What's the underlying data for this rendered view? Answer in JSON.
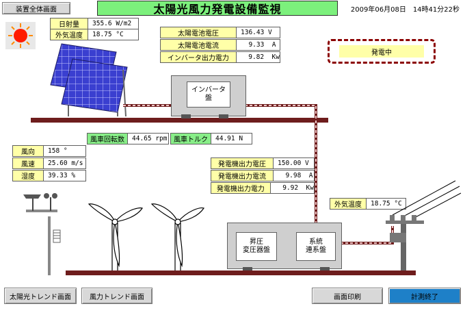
{
  "header": {
    "overview_button": "装置全体画面",
    "title": "太陽光風力発電設備監視",
    "datetime": "2009年06月08日　14時41分22秒"
  },
  "weather_top": [
    {
      "label": "日射量",
      "value": "355.6 W/m2"
    },
    {
      "label": "外気温度",
      "value": "18.75 °C"
    }
  ],
  "solar": [
    {
      "label": "太陽電池電圧",
      "value": "136.43 V"
    },
    {
      "label": "太陽電池電流",
      "value": "  9.33  A"
    },
    {
      "label": "インバータ出力電力",
      "value": "  9.82  Kw"
    }
  ],
  "status": {
    "text": "発電中"
  },
  "inverter": {
    "label_line1": "インバータ",
    "label_line2": "盤"
  },
  "wind_turbine": [
    {
      "label": "風車回転数",
      "value": "44.65 rpm"
    },
    {
      "label": "風車トルク",
      "value": "44.91 N"
    }
  ],
  "wind_weather": [
    {
      "label": "風向",
      "value": "158 °"
    },
    {
      "label": "風速",
      "value": "25.60 m/s"
    },
    {
      "label": "湿度",
      "value": "39.33 %"
    }
  ],
  "generator": [
    {
      "label": "発電機出力電圧",
      "value": "150.00 V"
    },
    {
      "label": "発電機出力電流",
      "value": "  9.98  A"
    },
    {
      "label": "発電機出力電力",
      "value": "  9.92  Kw"
    }
  ],
  "outside_temp_right": {
    "label": "外気温度",
    "value": "18.75 °C"
  },
  "transformer": {
    "label_line1": "昇圧",
    "label_line2": "変圧器盤"
  },
  "grid": {
    "label_line1": "系統",
    "label_line2": "連系盤"
  },
  "footer": {
    "solar_trend": "太陽光トレンド画面",
    "wind_trend": "風力トレンド画面",
    "print": "画面印刷",
    "stop": "計測終了"
  },
  "colors": {
    "label_bg": "#ffffa8",
    "title_bg": "#7cf07c",
    "cable": "#d88a8a",
    "ground": "#6e1d1d",
    "stop_bg": "#1e80c8"
  }
}
